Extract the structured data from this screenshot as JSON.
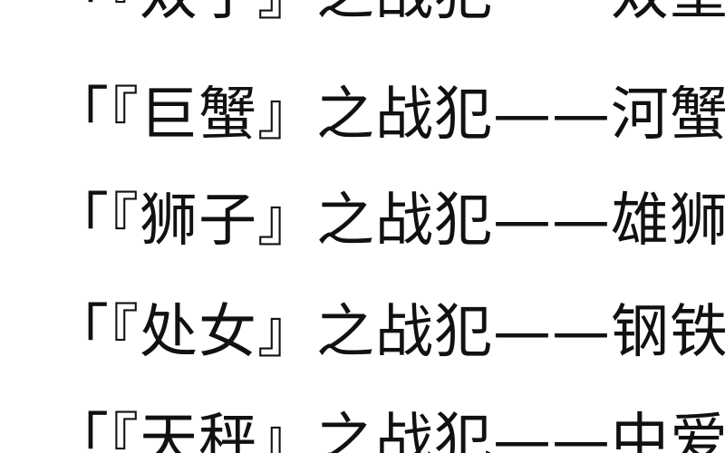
{
  "lines": [
    "「『双子』之战犯——双重之宅」、",
    "「『巨蟹』之战犯——河蟹专家」、",
    "「『狮子』之战犯——雄狮公子」、",
    "「『处女』之战犯——钢铁侍女」、",
    "「『天秤』之战犯——中爱大」"
  ]
}
